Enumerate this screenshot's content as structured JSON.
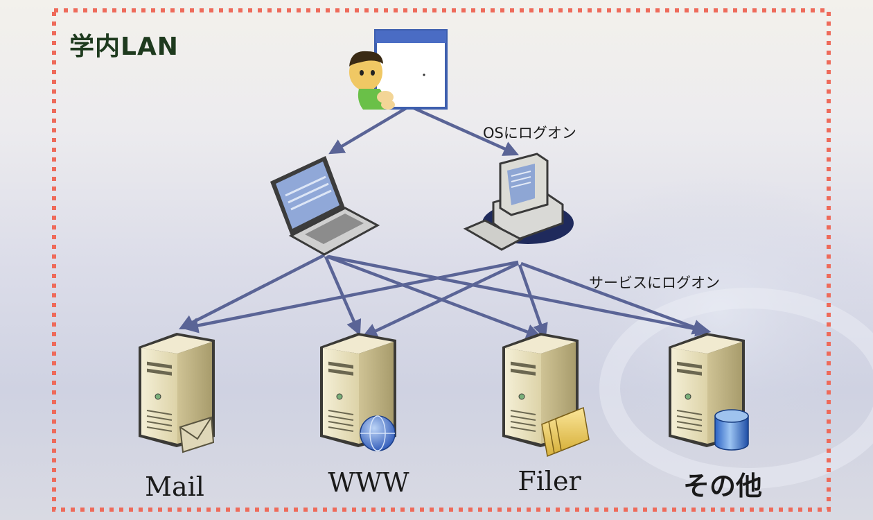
{
  "diagram": {
    "region_title": "学内LAN",
    "os_logon_label": "OSにログオン",
    "service_logon_label": "サービスにログオン",
    "servers": [
      {
        "name": "Mail",
        "icon": "mail-server-icon"
      },
      {
        "name": "WWW",
        "icon": "web-server-icon"
      },
      {
        "name": "Filer",
        "icon": "file-server-icon"
      },
      {
        "name": "その他",
        "icon": "database-server-icon"
      }
    ],
    "nodes": [
      "user-icon",
      "laptop-icon",
      "desktop-pc-icon"
    ],
    "colors": {
      "border": "#ee6a5a",
      "arrow": "#5a6496",
      "server_body": "#ece4c4",
      "title": "#1e3a1e"
    }
  }
}
